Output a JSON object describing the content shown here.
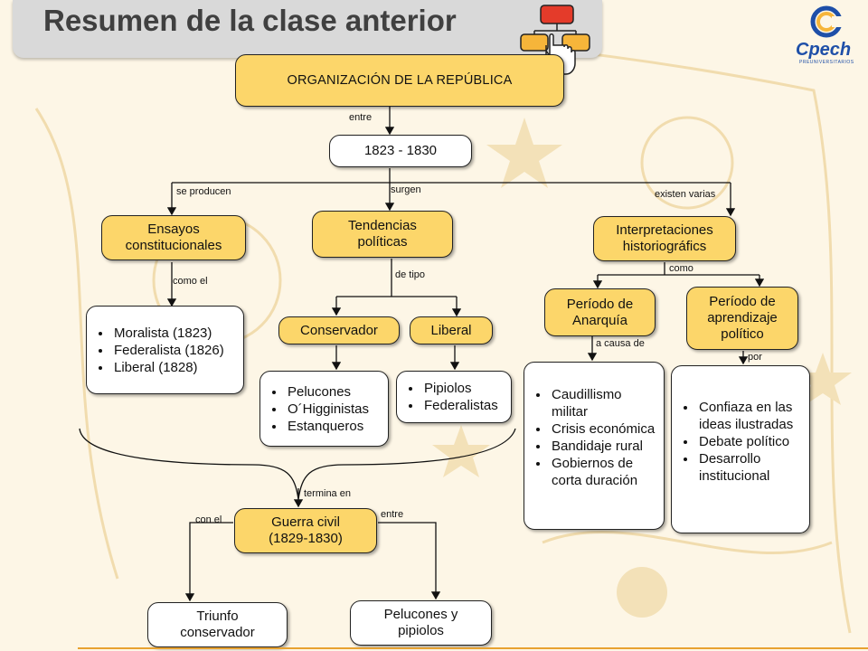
{
  "header": {
    "title": "Resumen de la clase anterior"
  },
  "logo": {
    "name": "Cpech",
    "tagline": "PREUNIVERSITARIOS"
  },
  "nodes": {
    "root": "ORGANIZACIÓN DE LA REPÚBLICA",
    "years": "1823 - 1830",
    "ensayos": "Ensayos constitucionales",
    "tendencias": "Tendencias políticas",
    "interpretaciones": "Interpretaciones historiográfics",
    "conservador": "Conservador",
    "liberal": "Liberal",
    "anarquia": "Período de Anarquía",
    "aprendizaje": "Período de aprendizaje político",
    "guerra": "Guerra civil (1829-1830)",
    "triunfo": "Triunfo conservador",
    "pelucones_pipiolos": "Pelucones y pipiolos"
  },
  "lists": {
    "ensayos_items": [
      "Moralista (1823)",
      "Federalista (1826)",
      "Liberal (1828)"
    ],
    "conservador_items": [
      "Pelucones",
      "O´Higginistas",
      "Estanqueros"
    ],
    "liberal_items": [
      "Pipiolos",
      "Federalistas"
    ],
    "anarquia_items": [
      "Caudillismo militar",
      "Crisis económica",
      "Bandidaje rural",
      "Gobiernos de corta duración"
    ],
    "aprendizaje_items": [
      "Confiaza en las ideas ilustradas",
      "Debate político",
      "Desarrollo institucional"
    ]
  },
  "labels": {
    "entre": "entre",
    "se_producen": "se producen",
    "surgen": "surgen",
    "existen_varias": "existen varias",
    "como_el": "como el",
    "de_tipo": "de tipo",
    "como": "como",
    "a_causa_de": "a causa de",
    "por": "por",
    "termina_en": "termina en",
    "con_el": "con el",
    "entre2": "entre"
  },
  "colors": {
    "box_yellow": "#fcd66a",
    "title_bg": "#d9d9d9",
    "title_text": "#404040",
    "logo_blue": "#1e4fa8"
  },
  "icons": {
    "header_icon": "hand-pointer-diagram-icon"
  }
}
